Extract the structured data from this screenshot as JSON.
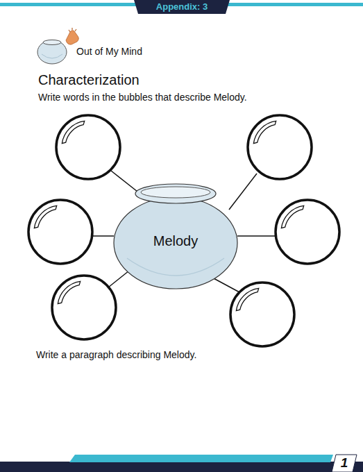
{
  "diagram": {
    "title": "Characterization",
    "nodes": [
      {
        "text": [
          "Appendix: 3"
        ]
      },
      {
        "text": [
          "Melody"
        ]
      },
      {
        "text": [
          "1"
        ]
      }
    ],
    "labels": [
      "Out of My Mind",
      "Write words in the bubbles that describe Melody.",
      "Write a paragraph describing Melody."
    ]
  }
}
